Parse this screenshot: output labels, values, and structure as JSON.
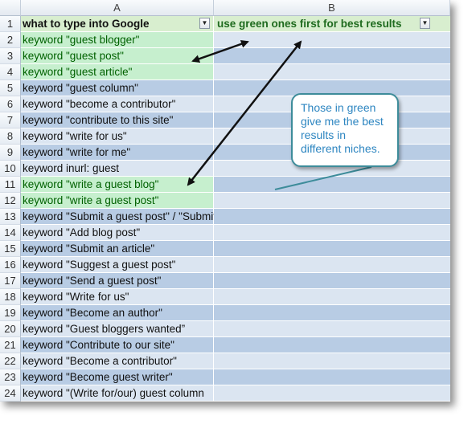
{
  "columns": {
    "a": "A",
    "b": "B"
  },
  "header": {
    "row_number": "1",
    "col_a": "what to type into Google",
    "col_b": "use green ones first for best results",
    "dropdown_glyph": "▼"
  },
  "rows": [
    {
      "n": "2",
      "text": "keyword \"guest blogger\""
    },
    {
      "n": "3",
      "text": "keyword \"guest post\""
    },
    {
      "n": "4",
      "text": "keyword \"guest article\""
    },
    {
      "n": "5",
      "text": "keyword \"guest column\""
    },
    {
      "n": "6",
      "text": "keyword \"become a contributor\""
    },
    {
      "n": "7",
      "text": "keyword \"contribute to this site\""
    },
    {
      "n": "8",
      "text": "keyword \"write for us\""
    },
    {
      "n": "9",
      "text": "keyword \"write for me\""
    },
    {
      "n": "10",
      "text": "keyword inurl: guest"
    },
    {
      "n": "11",
      "text": "keyword \"write a guest blog\""
    },
    {
      "n": "12",
      "text": "keyword \"write a guest post\""
    },
    {
      "n": "13",
      "text": "keyword \"Submit a guest post\" / \"Submit post\" / \"Submit blog post\""
    },
    {
      "n": "14",
      "text": "keyword \"Add blog post\""
    },
    {
      "n": "15",
      "text": "keyword \"Submit an article\""
    },
    {
      "n": "16",
      "text": "keyword \"Suggest a guest post\""
    },
    {
      "n": "17",
      "text": "keyword \"Send a guest post\""
    },
    {
      "n": "18",
      "text": "keyword \"Write for us\""
    },
    {
      "n": "19",
      "text": "keyword \"Become an author\""
    },
    {
      "n": "20",
      "text": "keyword \"Guest bloggers wanted”"
    },
    {
      "n": "21",
      "text": "keyword \"Contribute to our site\""
    },
    {
      "n": "22",
      "text": "keyword \"Become a contributor\""
    },
    {
      "n": "23",
      "text": "keyword \"Become guest writer\""
    },
    {
      "n": "24",
      "text": "keyword \"(Write for/our) guest column"
    }
  ],
  "green_rows": [
    "2",
    "3",
    "4",
    "11",
    "12"
  ],
  "callout": {
    "text": "Those in green give me the best results in different niches."
  },
  "colors": {
    "green_fill": "#c6efce",
    "green_text": "#006100",
    "band_light": "#dbe5f1",
    "band_dark": "#b8cce4",
    "callout_border": "#3d8c9a",
    "callout_text": "#2e86c1"
  }
}
